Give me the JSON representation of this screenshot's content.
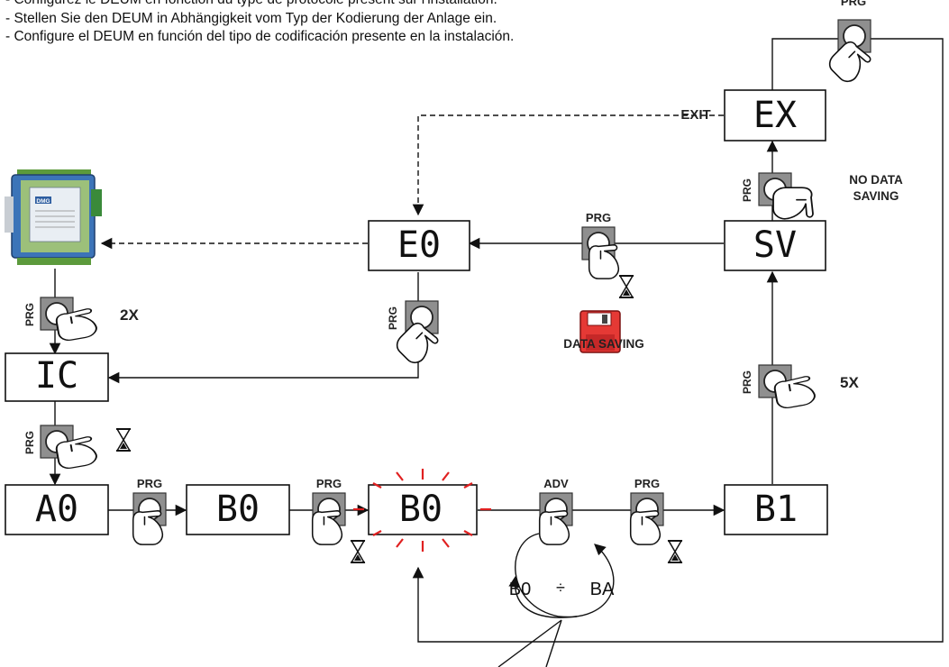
{
  "instructions": [
    "- Configurez le DEUM en fonction du type de protocole présent sur l'installation.",
    "- Stellen Sie den DEUM in Abhängigkeit vom Typ der Kodierung der Anlage ein.",
    "- Configure el DEUM en función del tipo de codificación presente en la instalación."
  ],
  "displays": {
    "ic": "IC",
    "a0": "A0",
    "b0": "B0",
    "b0_blink": "B0",
    "b1": "B1",
    "e0": "E0",
    "sv": "SV",
    "ex": "EX"
  },
  "buttons": {
    "prg": "PRG",
    "adv": "ADV"
  },
  "labels": {
    "exit": "EXIT",
    "no_data_saving_1": "NO DATA",
    "no_data_saving_2": "SAVING",
    "data_saving": "DATA SAVING",
    "times_2": "2X",
    "times_5": "5X",
    "range_start": "B0",
    "range_sep": "÷",
    "range_end": "BA"
  },
  "device": {
    "brand": "DMG"
  },
  "colors": {
    "blink": "#e02020",
    "floppy": "#e53935",
    "device_body": "#3c74b8",
    "device_board": "#9cc07a",
    "button_gray": "#8f8f8f"
  },
  "icons": [
    "press-hand-icon",
    "hourglass-icon",
    "floppy-disk-icon",
    "dmg-module-image"
  ]
}
